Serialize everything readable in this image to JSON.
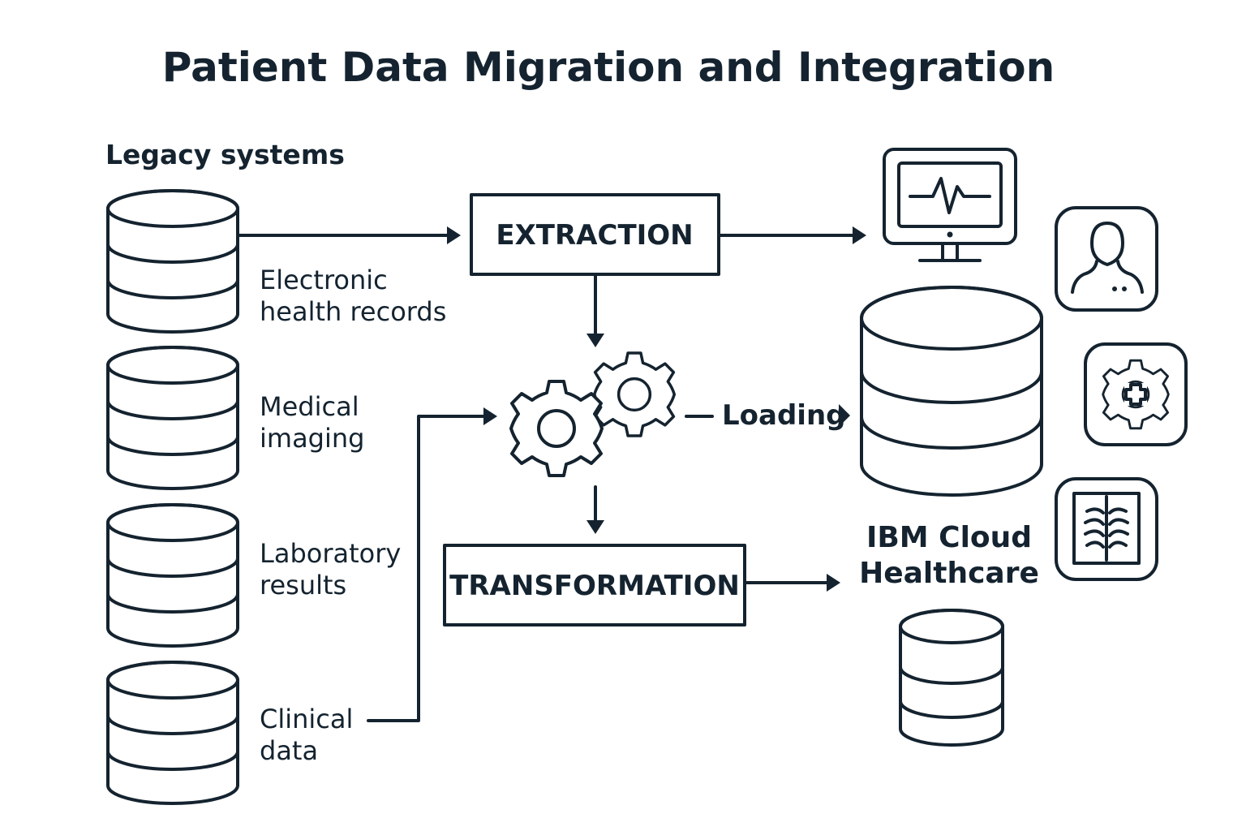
{
  "title": "Patient Data Migration and Integration",
  "legacy": {
    "heading": "Legacy systems",
    "sources": [
      {
        "line1": "Electronic",
        "line2": "health records"
      },
      {
        "line1": "Medical",
        "line2": "imaging"
      },
      {
        "line1": "Laboratory",
        "line2": "results"
      },
      {
        "line1": "Clinical",
        "line2": "data"
      }
    ]
  },
  "steps": {
    "extraction": "EXTRACTION",
    "transformation": "TRANSFORMATION",
    "loading": "Loading"
  },
  "target": {
    "line1": "IBM Cloud",
    "line2": "Healthcare"
  },
  "icons": [
    "database-icon",
    "monitor-heartbeat-icon",
    "gears-icon",
    "patient-icon",
    "medical-gear-icon",
    "xray-icon"
  ],
  "colors": {
    "ink": "#14232f",
    "background": "#ffffff"
  }
}
